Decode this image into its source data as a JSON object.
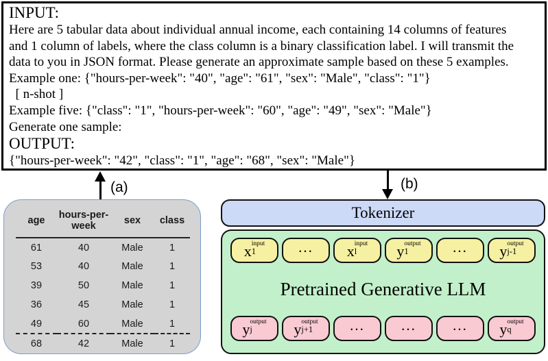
{
  "prompt_box": {
    "lines": [
      {
        "text": "INPUT:"
      },
      {
        "text": "Here are 5 tabular data about individual annual income, each containing 14 columns of features"
      },
      {
        "text": "and 1 column of labels, where the class column is a binary classification label. I will transmit the"
      },
      {
        "text": "data to you in JSON format. Please generate an approximate sample based on these 5 examples."
      },
      {
        "text": "Example one: {\"hours-per-week\": \"40\", \"age\": \"61\", \"sex\": \"Male\", \"class\": \"1\"}"
      },
      {
        "text": "  [ n-shot ]"
      },
      {
        "text": "Example five: {\"class\": \"1\", \"hours-per-week\": \"60\", \"age\": \"49\", \"sex\": \"Male\"}"
      },
      {
        "text": "Generate one sample:"
      },
      {
        "text": "OUTPUT:"
      },
      {
        "text": "{\"hours-per-week\": \"42\", \"class\": \"1\", \"age\": \"68\", \"sex\": \"Male\"}"
      }
    ]
  },
  "arrows": {
    "a_label": "(a)",
    "b_label": "(b)"
  },
  "table_panel": {
    "headers": [
      "age",
      "hours-per-week",
      "sex",
      "class"
    ],
    "rows": [
      [
        "61",
        "40",
        "Male",
        "1"
      ],
      [
        "53",
        "40",
        "Male",
        "1"
      ],
      [
        "39",
        "50",
        "Male",
        "1"
      ],
      [
        "36",
        "45",
        "Male",
        "1"
      ],
      [
        "49",
        "60",
        "Male",
        "1"
      ],
      [
        "68",
        "42",
        "Male",
        "1"
      ]
    ]
  },
  "tokenizer": {
    "label": "Tokenizer"
  },
  "llm": {
    "label": "Pretrained Generative LLM",
    "input_tokens": [
      {
        "main": "x",
        "sub": "1",
        "sup": "input"
      },
      {
        "dots": "..."
      },
      {
        "main": "x",
        "sub": "l",
        "sup": "input"
      },
      {
        "main": "y",
        "sub": "1",
        "sup": "output"
      },
      {
        "dots": "..."
      },
      {
        "main": "y",
        "sub": "j-1",
        "sup": "output"
      }
    ],
    "output_tokens": [
      {
        "main": "y",
        "sub": "j",
        "sup": "output"
      },
      {
        "main": "y",
        "sub": "j+1",
        "sup": "output"
      },
      {
        "dots": "..."
      },
      {
        "dots": "..."
      },
      {
        "dots": "..."
      },
      {
        "main": "y",
        "sub": "q",
        "sup": "output"
      }
    ]
  },
  "colors": {
    "tokenizer_fill": "#ccd9f7",
    "llm_fill": "#c2f0ca",
    "input_token_fill": "#f6f0a2",
    "output_token_fill": "#facad3",
    "table_fill": "#d4d4d4",
    "table_border": "#7b9ccc",
    "outline": "#000000"
  }
}
